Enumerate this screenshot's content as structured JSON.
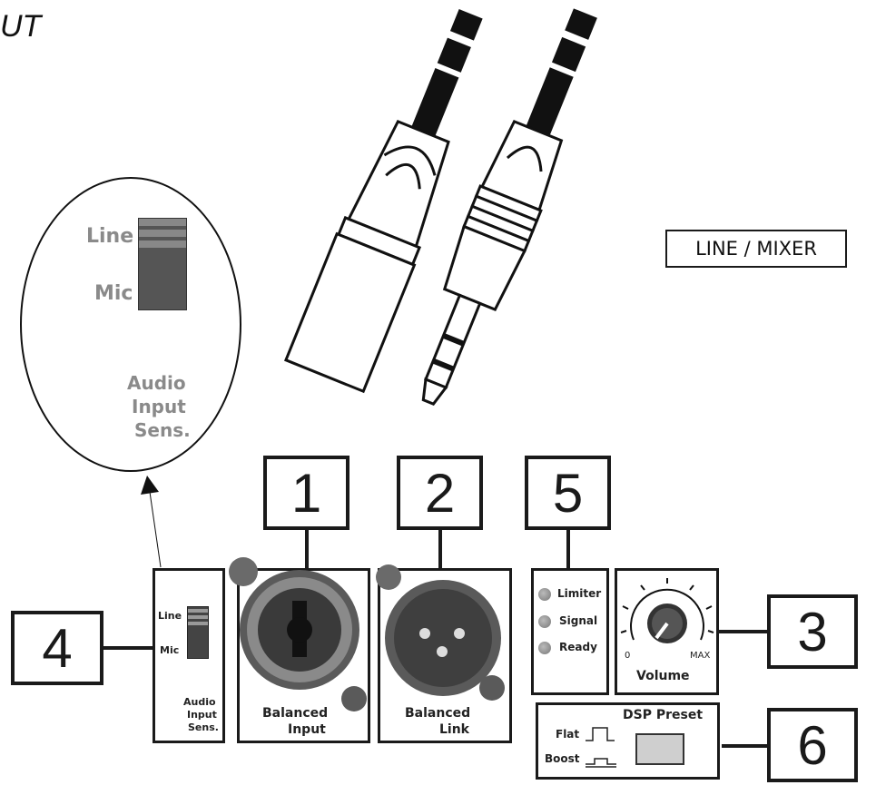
{
  "header_fragment": "UT",
  "line_mixer_label": "LINE / MIXER",
  "zoom_bubble": {
    "line": "Line",
    "mic": "Mic",
    "caption": [
      "Audio",
      "Input",
      "Sens."
    ]
  },
  "callouts": {
    "c1": "1",
    "c2": "2",
    "c3": "3",
    "c4": "4",
    "c5": "5",
    "c6": "6"
  },
  "sens_panel": {
    "line": "Line",
    "mic": "Mic",
    "caption": [
      "Audio",
      "Input",
      "Sens."
    ]
  },
  "balanced_input": [
    "Balanced",
    "Input"
  ],
  "balanced_link": [
    "Balanced",
    "Link"
  ],
  "indicators": [
    "Limiter",
    "Signal",
    "Ready"
  ],
  "volume": {
    "label": "Volume",
    "min": "0",
    "max": "MAX"
  },
  "dsp": {
    "title": "DSP Preset",
    "flat": "Flat",
    "boost": "Boost"
  },
  "colors": {
    "ink": "#1a1a1a",
    "grey_text": "#8a8a8a",
    "led": "#999999"
  }
}
